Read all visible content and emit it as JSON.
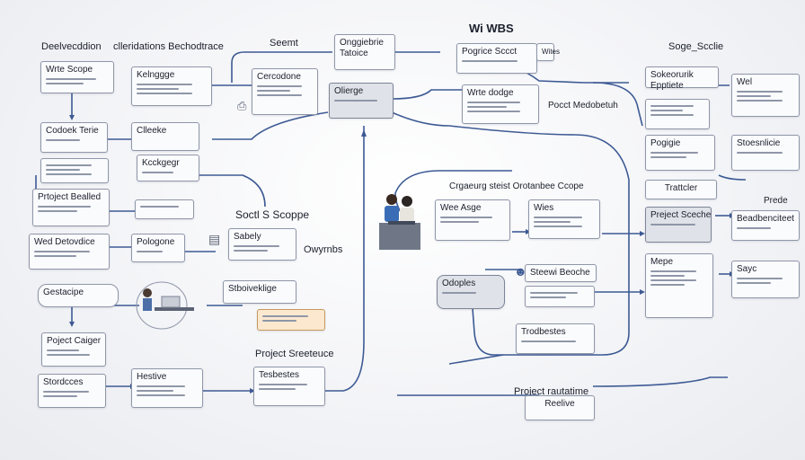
{
  "headings": {
    "top_left_1": "Deelvecddion",
    "top_left_2": "clleridations Bechodtrace",
    "search": "Seemt",
    "center_title": "Wi WBS",
    "top_right": "Soge_Scclie",
    "project_scope": "Soctl S Scoppe",
    "owyrnbs": "Owyrnbs",
    "project_structure": "Project Sreeteuce",
    "project_rautatime": "Project rautatime",
    "pcct": "Pocct Medobetuh",
    "crganzing": "Crgaeurg steist Orotanbee Ccope"
  },
  "nodes": {
    "write_scope": "Wrte Scope",
    "kelngge": "Kelnggge",
    "cercodone": "Cercodone",
    "onganizer": "Onggiebrie",
    "onganizer_2": "Tatoice",
    "pogrice": "Pogrice Sccct",
    "wites": "Wites",
    "wrte_dodge": "Wrte dodge",
    "sokeoeurk": "Sokeorurik",
    "eppriete": "Epptiete",
    "wel": "Wel",
    "olierge": "Olierge",
    "codoek": "Codoek Terie",
    "cllecke": "Clleeke",
    "kceckger": "Kcckgegr",
    "projict": "Prtoject Bealled",
    "wed_detovdice": "Wed Detovdice",
    "pologone": "Pologone",
    "sabely": "Sabely",
    "gestacipe": "Gestacipe",
    "stbotiveklige": "Stboiveklige",
    "poject_caiger": "Poject Caiger",
    "stordcces": "Stordcces",
    "hestive": "Hestive",
    "tesbestes": "Tesbestes",
    "wee_asge": "Wee Asge",
    "wies": "Wies",
    "odoples": "Odoples",
    "stesewi": "Steewi Beoche",
    "trodbes": "Trodbestes",
    "poggie": "Pogigie",
    "sotcenlitie": "Stoesnlicie",
    "trattcler": "Trattcler",
    "prejoct_sceche": "Preject Sceche",
    "beadbenciteet": "Beadbenciteet",
    "prede": "Prede",
    "mepe": "Mepe",
    "sayc": "Sayc",
    "reelive": "Reelive"
  },
  "colors": {
    "link": "#3d5a94",
    "accent": "#f6dcb6"
  }
}
